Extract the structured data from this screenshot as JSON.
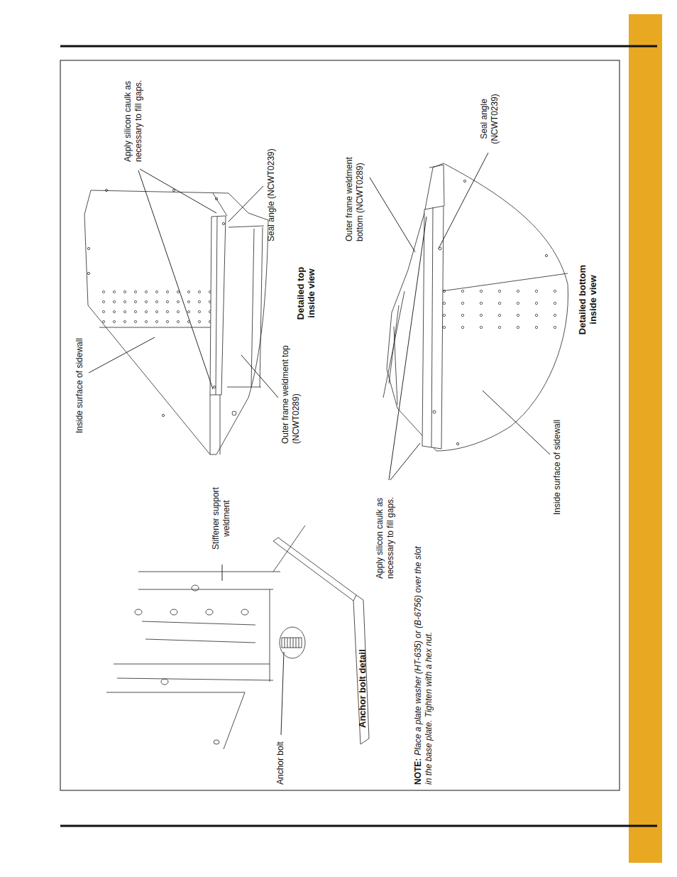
{
  "diagram": {
    "labels": [
      "Inside surface of sidewall",
      "Apply silicon caulk as necessary to fill gaps.",
      "Seal angle (NCWT0239)",
      "Detailed top inside view",
      "Outer frame weldment top (NCWT0289)",
      "Outer frame weldment bottom (NCWT0289)",
      "Seal angle (NCWT0239)",
      "Detailed bottom inside view",
      "Inside surface of sidewall",
      "Apply silicon caulk as necessary to fill gaps.",
      "Stiffener support weldment",
      "Anchor bolt detail",
      "Anchor bolt",
      "NOTE:",
      "Place a plate washer (HT-635) or (B-6756) over the slot in the base plate. Tighten with a hex nut."
    ]
  }
}
